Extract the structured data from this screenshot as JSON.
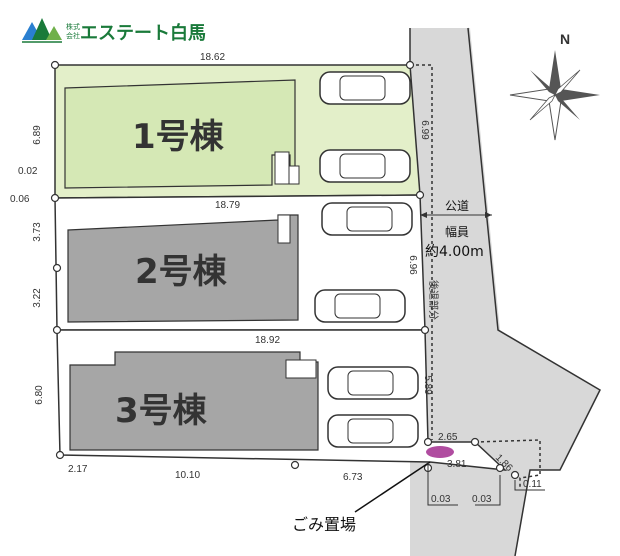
{
  "company": {
    "small_line1": "株式",
    "small_line2": "会社",
    "name": "エステート白馬"
  },
  "compass": {
    "north": "N"
  },
  "road": {
    "label": "公道",
    "width_label": "幅員",
    "width_value": "約4.00m",
    "setback": "後退部分"
  },
  "buildings": [
    "1号棟",
    "2号棟",
    "3号棟"
  ],
  "dimensions": {
    "top_1": "18.62",
    "left_1": "6.89",
    "right_1": "6.99",
    "corner_a": "0.02",
    "corner_b": "0.06",
    "top_2": "18.79",
    "left_2a": "3.73",
    "left_2b": "3.22",
    "right_2": "6.96",
    "top_3": "18.92",
    "left_3": "6.80",
    "right_3": "5.89",
    "bottom_a": "2.17",
    "bottom_b": "10.10",
    "bottom_c": "6.73",
    "gomi_top": "2.65",
    "gomi_bottom": "3.81",
    "gomi_diag": "1.86",
    "small_a": "0.03",
    "small_b": "0.03",
    "small_c": "0.11"
  },
  "gomi_label": "ごみ置場",
  "colors": {
    "lot1": "#e3efc9",
    "building1": "#d5e8b5",
    "building_gray": "#a6a6a6",
    "road": "#d8d8d8",
    "gomi": "#b04ca0",
    "brand": "#1a7a3a"
  }
}
